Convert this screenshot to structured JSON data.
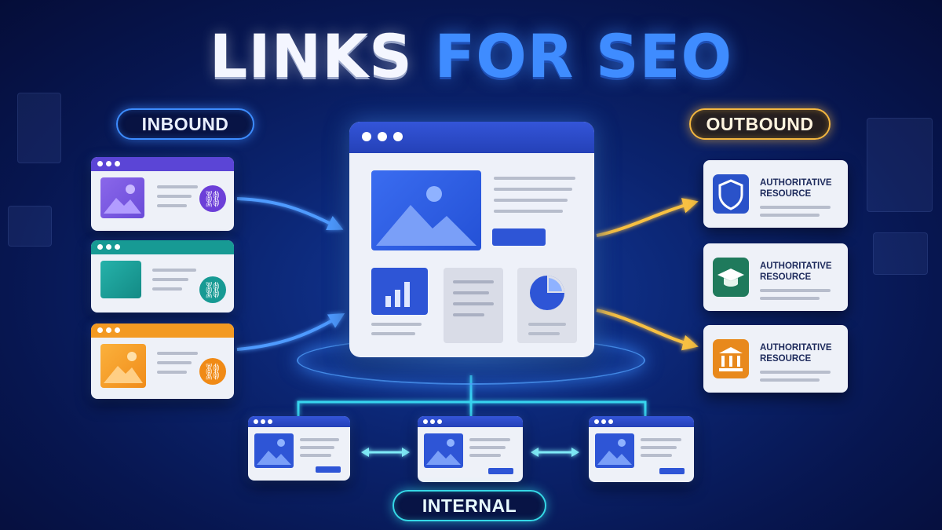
{
  "title": {
    "part1": "LINKS",
    "part2": "FOR SEO"
  },
  "labels": {
    "inbound": "INBOUND",
    "outbound": "OUTBOUND",
    "internal": "INTERNAL"
  },
  "outbound_cards": [
    {
      "line1": "AUTHORITATIVE",
      "line2": "RESOURCE",
      "icon": "shield-icon",
      "color": "#2a52c9"
    },
    {
      "line1": "AUTHORITATIVE",
      "line2": "RESOURCE",
      "icon": "graduation-cap-icon",
      "color": "#1f7a5c"
    },
    {
      "line1": "AUTHORITATIVE",
      "line2": "RESOURCE",
      "icon": "bank-icon",
      "color": "#e8891c"
    }
  ],
  "inbound_cards": [
    {
      "bar_color": "#5b45d6",
      "icon": "link-icon"
    },
    {
      "bar_color": "#179a94",
      "icon": "link-icon"
    },
    {
      "bar_color": "#f39a22",
      "icon": "link-icon"
    }
  ],
  "colors": {
    "inbound_arrow": "#4f9bff",
    "outbound_arrow": "#f7c043",
    "internal_line": "#38d6ef",
    "accent_blue": "#2e55d6"
  }
}
